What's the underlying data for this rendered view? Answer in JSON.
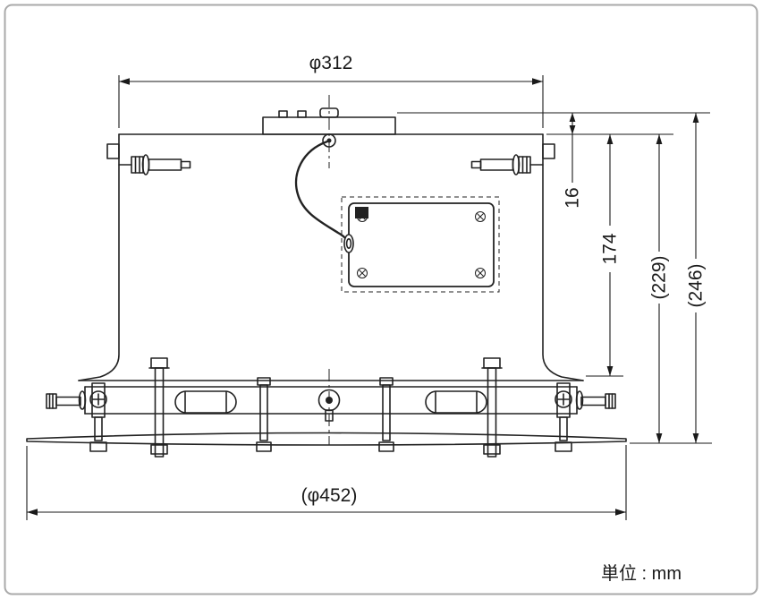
{
  "figure": {
    "type": "technical-drawing",
    "unit_note": "単位 : mm",
    "dimensions": {
      "top_width": "φ312",
      "step_height": "16",
      "body_height": "174",
      "height_229": "(229)",
      "height_246": "(246)",
      "panel_width": "(φ452)"
    },
    "colors": {
      "line": "#222222",
      "dimension": "#1a1a1a",
      "border": "#a9a9a9",
      "background": "#ffffff"
    }
  }
}
